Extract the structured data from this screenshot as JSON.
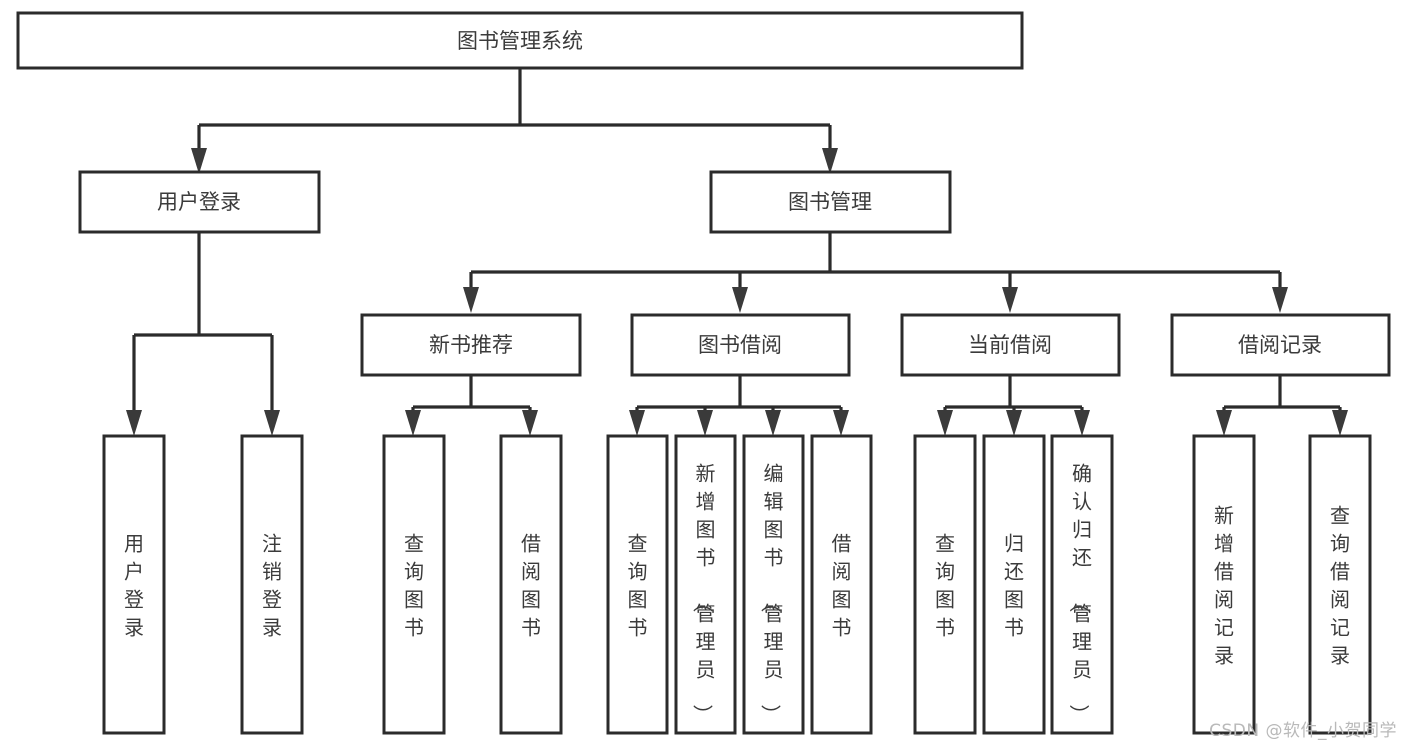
{
  "diagram": {
    "title": "图书管理系统",
    "type": "hierarchy-tree",
    "watermark": "CSDN @软件_小贺同学",
    "colors": {
      "box_stroke": "#2b2b2b",
      "box_fill": "#ffffff",
      "text": "#3b3b3b",
      "watermark": "#b9b9b9"
    },
    "levels": {
      "root": {
        "label": "图书管理系统"
      },
      "level2": [
        {
          "label": "用户登录"
        },
        {
          "label": "图书管理"
        }
      ],
      "level3": [
        {
          "label": "新书推荐"
        },
        {
          "label": "图书借阅"
        },
        {
          "label": "当前借阅"
        },
        {
          "label": "借阅记录"
        }
      ],
      "leaves": [
        {
          "label": "用户登录",
          "parent": "用户登录"
        },
        {
          "label": "注销登录",
          "parent": "用户登录"
        },
        {
          "label": "查询图书",
          "parent": "新书推荐"
        },
        {
          "label": "借阅图书",
          "parent": "新书推荐"
        },
        {
          "label": "查询图书",
          "parent": "图书借阅"
        },
        {
          "label": "新增图书（管理员）",
          "parent": "图书借阅"
        },
        {
          "label": "编辑图书（管理员）",
          "parent": "图书借阅"
        },
        {
          "label": "借阅图书",
          "parent": "图书借阅"
        },
        {
          "label": "查询图书",
          "parent": "当前借阅"
        },
        {
          "label": "归还图书",
          "parent": "当前借阅"
        },
        {
          "label": "确认归还（管理员）",
          "parent": "当前借阅"
        },
        {
          "label": "新增借阅记录",
          "parent": "借阅记录"
        },
        {
          "label": "查询借阅记录",
          "parent": "借阅记录"
        }
      ]
    }
  }
}
